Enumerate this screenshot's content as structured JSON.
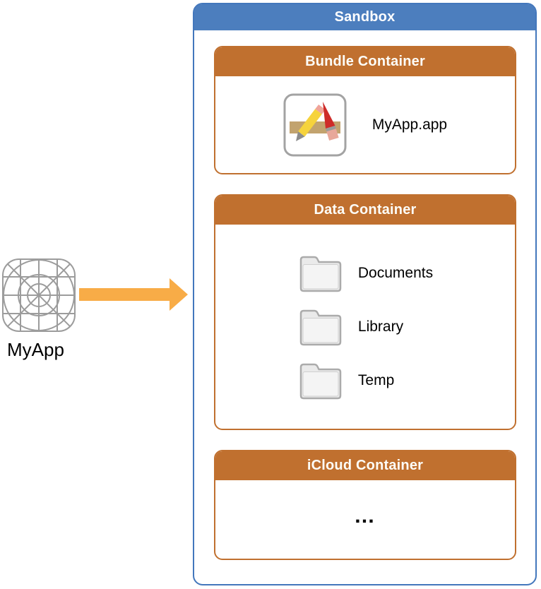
{
  "app": {
    "label": "MyApp",
    "icon": "app-wireframe-icon"
  },
  "arrow": {
    "direction": "right",
    "color": "#F8AC47"
  },
  "sandbox": {
    "title": "Sandbox",
    "header_color": "#4C7EBE",
    "border_color": "#4377BC",
    "container_header_color": "#C0702F",
    "containers": [
      {
        "title": "Bundle Container",
        "items": [
          {
            "icon": "app-store-icon",
            "label": "MyApp.app"
          }
        ]
      },
      {
        "title": "Data Container",
        "items": [
          {
            "icon": "folder-icon",
            "label": "Documents"
          },
          {
            "icon": "folder-icon",
            "label": "Library"
          },
          {
            "icon": "folder-icon",
            "label": "Temp"
          }
        ]
      },
      {
        "title": "iCloud Container",
        "placeholder": "…"
      }
    ]
  }
}
